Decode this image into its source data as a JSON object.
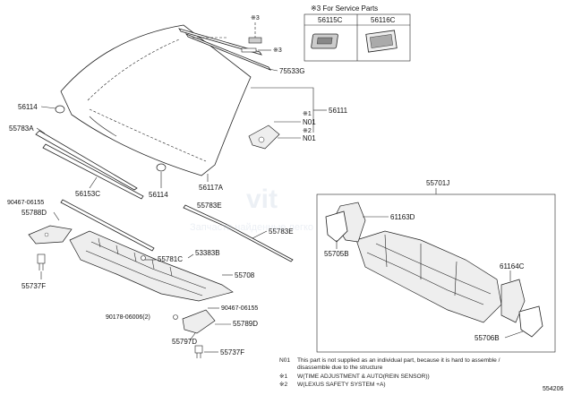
{
  "service_parts": {
    "title": "※3 For Service Parts",
    "col1": "56115C",
    "col2": "56116C"
  },
  "labels": {
    "l_56113": "※3",
    "l_56113b": "※3",
    "l_75533G": "75533G",
    "l_56114a": "56114",
    "l_55783A": "55783A",
    "l_56111": "56111",
    "l_note1a": "※1",
    "l_N01a": "N01",
    "l_note2a": "※2",
    "l_N01b": "N01",
    "l_56153C": "56153C",
    "l_56114b": "56114",
    "l_56117A": "56117A",
    "l_55783E_a": "55783E",
    "l_55783E_b": "55783E",
    "l_90467_a": "90467-06155",
    "l_55788D": "55788D",
    "l_55781C": "55781C",
    "l_53383B": "53383B",
    "l_55708": "55708",
    "l_55737F_a": "55737F",
    "l_90467_b": "90467-06155",
    "l_90178": "90178-06006(2)",
    "l_55789D": "55789D",
    "l_55797D": "55797D",
    "l_55737F_b": "55737F",
    "l_55701J": "55701J",
    "l_61163D": "61163D",
    "l_55705B": "55705B",
    "l_61164C": "61164C",
    "l_55706B": "55706B",
    "diagram_id": "554206"
  },
  "notes": {
    "n01_key": "N01",
    "n01_text1": "This part is not supplied as an individual part, because it is hard to assemble /",
    "n01_text2": "disassemble due to the structure",
    "s1_key": "※1",
    "s1_text": "W(TIME ADJUSTMENT & AUTO(REIN SENSOR))",
    "s2_key": "※2",
    "s2_text": "W(LEXUS SAFETY SYSTEM +A)"
  },
  "watermark": {
    "brand": "vit",
    "tagline": "Запчасти найденные легко"
  }
}
